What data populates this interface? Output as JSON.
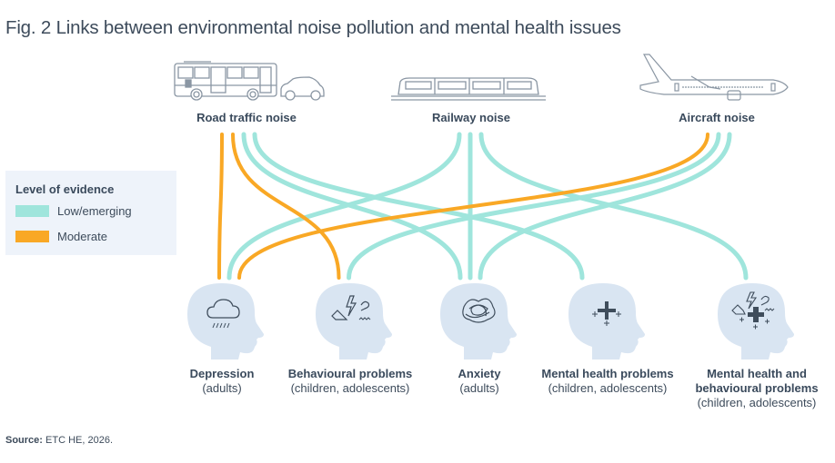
{
  "title": "Fig. 2 Links between environmental noise pollution and mental health issues",
  "source": {
    "label": "Source:",
    "text": "ETC HE, 2026."
  },
  "colors": {
    "low": "#9fe5dc",
    "moderate": "#f9a825",
    "head": "#d9e5f2",
    "icon": "#3f4d5c",
    "vehicle": "#8a96a3"
  },
  "legend": {
    "title": "Level of evidence",
    "items": [
      {
        "label": "Low/emerging",
        "level": "low"
      },
      {
        "label": "Moderate",
        "level": "moderate"
      }
    ]
  },
  "sources": [
    {
      "id": "road",
      "label": "Road traffic noise",
      "icon": "bus-and-car-icon"
    },
    {
      "id": "rail",
      "label": "Railway noise",
      "icon": "train-icon"
    },
    {
      "id": "air",
      "label": "Aircraft noise",
      "icon": "airplane-icon"
    }
  ],
  "outcomes": [
    {
      "id": "depression",
      "title": "Depression",
      "subtitle": "(adults)",
      "icon": "rain-cloud-icon"
    },
    {
      "id": "behavioural",
      "title": "Behavioural problems",
      "subtitle": "(children, adolescents)",
      "icon": "lightning-scribble-icon"
    },
    {
      "id": "anxiety",
      "title": "Anxiety",
      "subtitle": "(adults)",
      "icon": "tangled-scribble-icon"
    },
    {
      "id": "mental",
      "title": "Mental health problems",
      "subtitle": "(children, adolescents)",
      "icon": "plus-signs-icon"
    },
    {
      "id": "mentalbehav",
      "title": "Mental health and",
      "title2": "behavioural problems",
      "subtitle": "(children, adolescents)",
      "icon": "combined-symbols-icon"
    }
  ],
  "links": [
    {
      "from": "road",
      "to": "depression",
      "level": "moderate"
    },
    {
      "from": "road",
      "to": "behavioural",
      "level": "moderate"
    },
    {
      "from": "road",
      "to": "anxiety",
      "level": "low"
    },
    {
      "from": "road",
      "to": "mental",
      "level": "low"
    },
    {
      "from": "rail",
      "to": "depression",
      "level": "low"
    },
    {
      "from": "rail",
      "to": "anxiety",
      "level": "low"
    },
    {
      "from": "rail",
      "to": "mentalbehav",
      "level": "low"
    },
    {
      "from": "air",
      "to": "depression",
      "level": "moderate"
    },
    {
      "from": "air",
      "to": "behavioural",
      "level": "low"
    },
    {
      "from": "air",
      "to": "anxiety",
      "level": "low"
    }
  ]
}
